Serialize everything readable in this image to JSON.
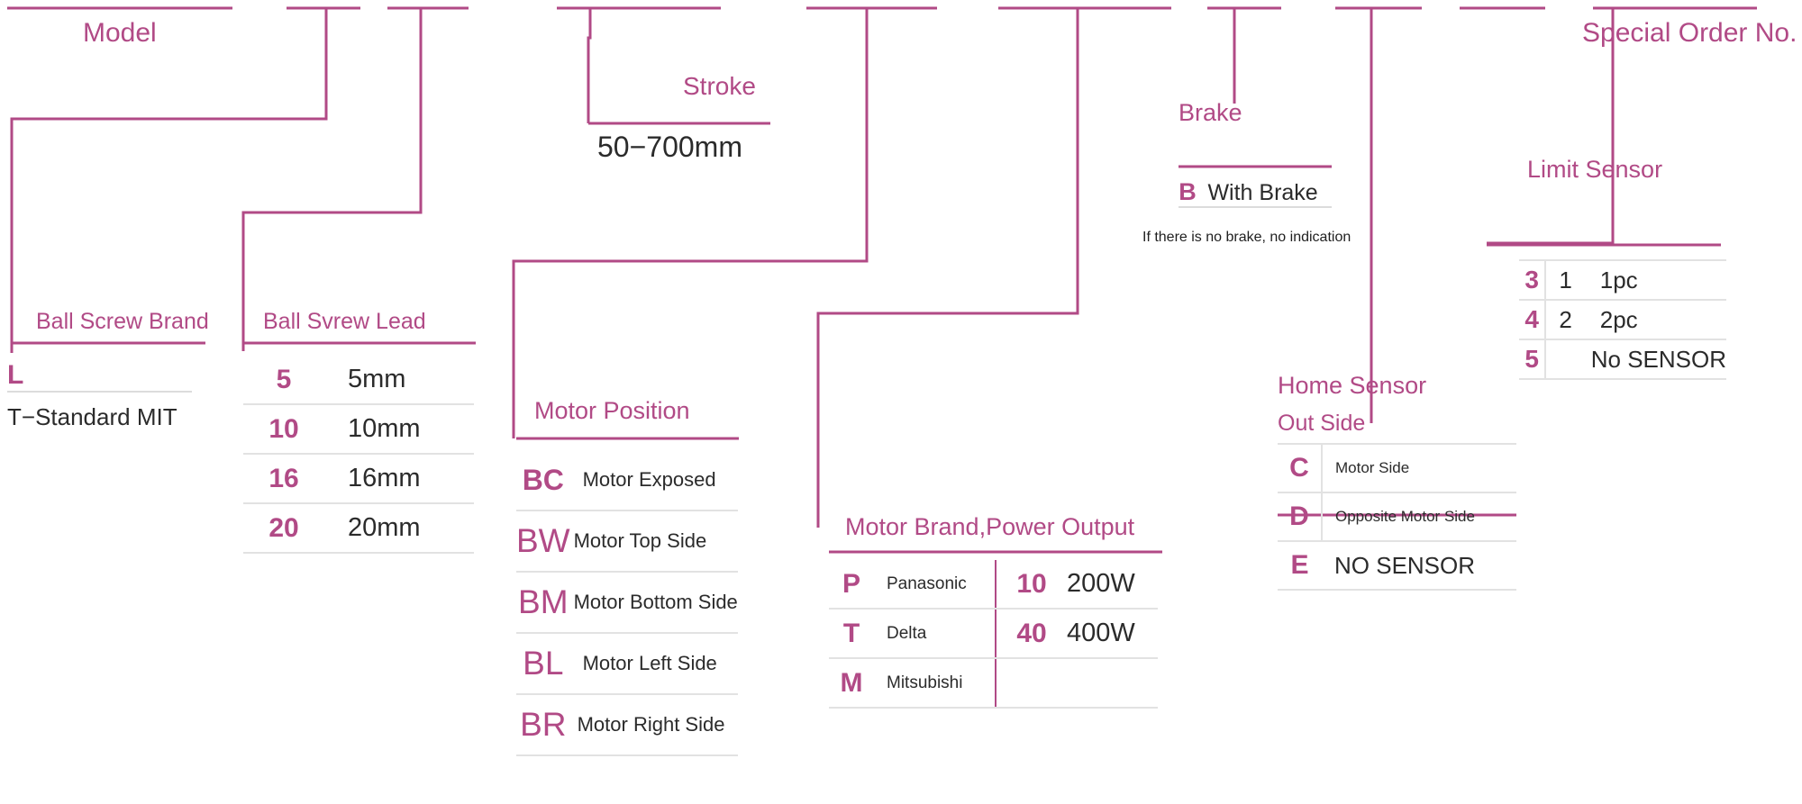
{
  "meta": {
    "accent": "#b14a86",
    "text": "#2b2b2b",
    "rule": "#e2e2e2",
    "diagram_kind": "model-number-configurator"
  },
  "sections": {
    "model": {
      "title": "Model"
    },
    "special_order": {
      "title": "Special Order No."
    },
    "stroke": {
      "title": "Stroke",
      "value": "50−700mm"
    },
    "brake": {
      "title": "Brake",
      "rows": [
        {
          "code": "B",
          "desc": "With Brake"
        }
      ],
      "note": "If there is no brake, no indication"
    },
    "ball_screw_brand": {
      "title": "Ball Screw Brand",
      "code": "L",
      "desc": "T−Standard MIT"
    },
    "ball_screw_lead": {
      "title": "Ball Svrew Lead",
      "rows": [
        {
          "code": "5",
          "desc": "5mm"
        },
        {
          "code": "10",
          "desc": "10mm"
        },
        {
          "code": "16",
          "desc": "16mm"
        },
        {
          "code": "20",
          "desc": "20mm"
        }
      ]
    },
    "motor_position": {
      "title": "Motor Position",
      "rows": [
        {
          "code": "BC",
          "desc": "Motor Exposed"
        },
        {
          "code": "BW",
          "desc": "Motor Top Side"
        },
        {
          "code": "BM",
          "desc": "Motor Bottom Side"
        },
        {
          "code": "BL",
          "desc": "Motor Left Side"
        },
        {
          "code": "BR",
          "desc": "Motor Right Side"
        }
      ]
    },
    "motor_brand_power": {
      "title": "Motor Brand,Power Output",
      "brand_rows": [
        {
          "code": "P",
          "desc": "Panasonic"
        },
        {
          "code": "T",
          "desc": "Delta"
        },
        {
          "code": "M",
          "desc": "Mitsubishi"
        }
      ],
      "power_rows": [
        {
          "code": "10",
          "desc": "200W"
        },
        {
          "code": "40",
          "desc": "400W"
        },
        {
          "code": "",
          "desc": ""
        }
      ]
    },
    "limit_sensor": {
      "title": "Limit Sensor",
      "rows": [
        {
          "code": "3",
          "qty": "1",
          "desc": "1pc"
        },
        {
          "code": "4",
          "qty": "2",
          "desc": "2pc"
        },
        {
          "code": "5",
          "qty": "",
          "desc": "No SENSOR"
        }
      ]
    },
    "home_sensor": {
      "title": "Home Sensor",
      "subtitle": "Out Side",
      "rows": [
        {
          "code": "C",
          "desc": "Motor Side"
        },
        {
          "code": "D",
          "desc": "Opposite Motor Side"
        },
        {
          "code": "E",
          "desc": "NO SENSOR"
        }
      ]
    }
  }
}
